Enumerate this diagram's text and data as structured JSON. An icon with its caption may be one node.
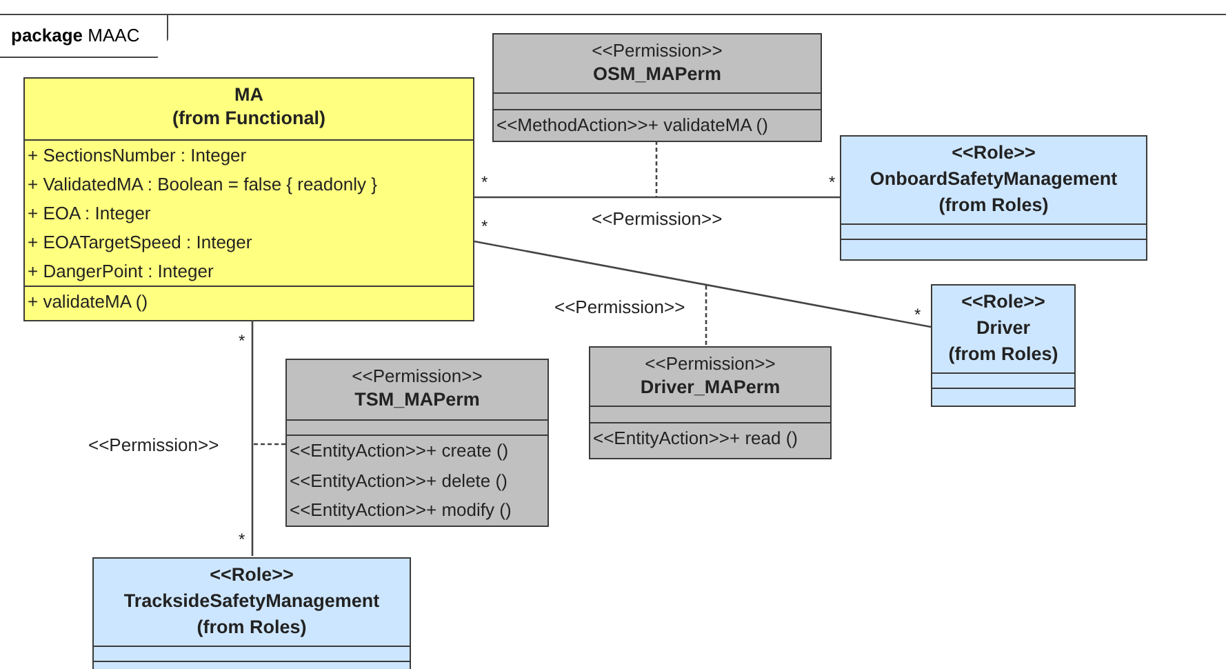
{
  "diagram": {
    "nodes": [
      {
        "text": [
          "**package** MAAC"
        ]
      },
      {
        "text": [
          "MA",
          "(from Functional)",
          "+ SectionsNumber : Integer",
          "+ ValidatedMA : Boolean = false { readonly }",
          "+ EOA : Integer",
          "+ EOATargetSpeed : Integer",
          "+ DangerPoint : Integer",
          "+ validateMA ()"
        ],
        "in": 0
      },
      {
        "text": [
          "<<Permission>>",
          "OSM_MAPerm",
          "<<MethodAction>>+ validateMA ()"
        ],
        "in": 0
      },
      {
        "text": [
          "<<Role>>",
          "OnboardSafetyManagement",
          "(from Roles)"
        ],
        "in": 0
      },
      {
        "text": [
          "<<Role>>",
          "Driver",
          "(from Roles)"
        ],
        "in": 0
      },
      {
        "text": [
          "<<Permission>>",
          "TSM_MAPerm",
          "<<EntityAction>>+ create ()",
          "<<EntityAction>>+ delete ()",
          "<<EntityAction>>+ modify ()"
        ],
        "in": 0
      },
      {
        "text": [
          "<<Permission>>",
          "Driver_MAPerm",
          "<<EntityAction>>+ read ()"
        ],
        "in": 0
      },
      {
        "text": [
          "<<Role>>",
          "TracksideSafetyManagement",
          "(from Roles)"
        ],
        "in": 0
      }
    ],
    "edges": [
      {
        "from": 1,
        "to": 3,
        "arrow": "none",
        "label": "<<Permission>>"
      },
      {
        "from": 1,
        "to": 4,
        "arrow": "none",
        "label": "<<Permission>>"
      },
      {
        "from": 1,
        "to": 7,
        "arrow": "none",
        "label": "<<Permission>>"
      },
      {
        "from": 2,
        "to": null,
        "arrow": "none",
        "style": "dashed"
      },
      {
        "from": 6,
        "to": null,
        "arrow": "none",
        "style": "dashed"
      },
      {
        "from": 5,
        "to": null,
        "arrow": "none",
        "style": "dashed"
      }
    ],
    "labels": [
      "*",
      "*",
      "*",
      "*",
      "*",
      "*"
    ]
  }
}
